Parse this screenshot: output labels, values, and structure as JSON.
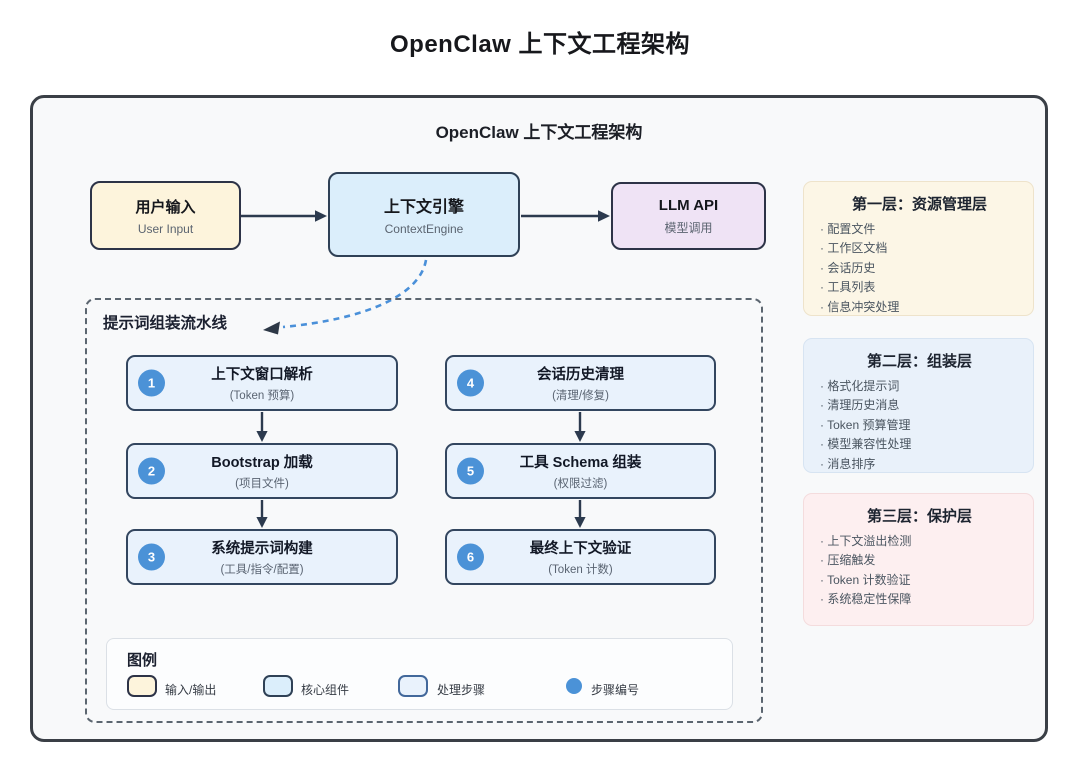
{
  "page_title": "OpenClaw 上下文工程架构",
  "diagram": {
    "frame_title": "OpenClaw 上下文工程架构",
    "nodes": {
      "user_input": {
        "label": "用户输入",
        "sublabel": "User Input"
      },
      "context_engine": {
        "label": "上下文引擎",
        "sublabel": "ContextEngine"
      },
      "llm_api": {
        "label": "LLM API",
        "sublabel": "模型调用"
      }
    },
    "pipeline": {
      "title": "提示词组装流水线",
      "steps": [
        {
          "num": "1",
          "label": "上下文窗口解析",
          "sublabel": "(Token 预算)"
        },
        {
          "num": "2",
          "label": "Bootstrap 加载",
          "sublabel": "(项目文件)"
        },
        {
          "num": "3",
          "label": "系统提示词构建",
          "sublabel": "(工具/指令/配置)"
        },
        {
          "num": "4",
          "label": "会话历史清理",
          "sublabel": "(清理/修复)"
        },
        {
          "num": "5",
          "label": "工具 Schema 组装",
          "sublabel": "(权限过滤)"
        },
        {
          "num": "6",
          "label": "最终上下文验证",
          "sublabel": "(Token 计数)"
        }
      ]
    },
    "legend": {
      "title": "图例",
      "items": [
        {
          "label": "输入/输出",
          "swatch_color": "#fdf4dc"
        },
        {
          "label": "核心组件",
          "swatch_color": "#dbeefb"
        },
        {
          "label": "处理步骤",
          "swatch_color": "#e9f2fc"
        },
        {
          "label": "步骤编号",
          "swatch_color": "#4b92d7"
        }
      ]
    },
    "layers": [
      {
        "title": "第一层：资源管理层",
        "items": [
          "配置文件",
          "工作区文档",
          "会话历史",
          "工具列表",
          "信息冲突处理"
        ]
      },
      {
        "title": "第二层：组装层",
        "items": [
          "格式化提示词",
          "清理历史消息",
          "Token 预算管理",
          "模型兼容性处理",
          "消息排序"
        ]
      },
      {
        "title": "第三层：保护层",
        "items": [
          "上下文溢出检测",
          "压缩触发",
          "Token 计数验证",
          "系统稳定性保障"
        ]
      }
    ],
    "colors": {
      "accent_blue": "#4b92d7",
      "dashed_arrow_blue": "#4a90d9",
      "arrow_dark": "#2c3a4e",
      "input_output_fill": "#fdf4dc",
      "core_component_fill": "#dbeefb",
      "process_step_fill": "#e9f2fc",
      "llm_api_fill": "#efe3f5",
      "layer1_fill": "#fcf6e6",
      "layer2_fill": "#e9f1fa",
      "layer3_fill": "#fdeff0",
      "frame_bg": "#f8f9fa"
    }
  }
}
